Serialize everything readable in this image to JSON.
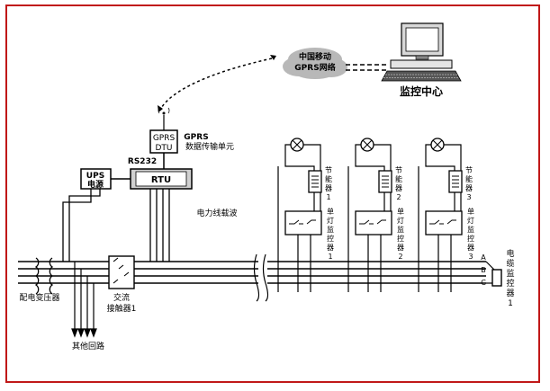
{
  "diagram": {
    "cloud_line1": "中国移动",
    "cloud_line2": "GPRS网络",
    "monitor_center": "监控中心",
    "gprs_box_line1": "GPRS",
    "gprs_box_line2": "DTU",
    "gprs_label_line1": "GPRS",
    "gprs_label_line2": "数据传输单元",
    "rs232": "RS232",
    "ups_line1": "UPS",
    "ups_line2": "电源",
    "rtu": "RTU",
    "plc_label": "电力线载波",
    "transformer_label": "配电变压器",
    "contactor_line1": "交流",
    "contactor_line2": "接触器1",
    "other_circuits": "其他回路",
    "phases": [
      "A",
      "B",
      "C"
    ],
    "cable_monitor": [
      "电",
      "缆",
      "监",
      "控",
      "器",
      "1"
    ],
    "units": [
      {
        "saver": [
          "节",
          "能",
          "器",
          "1"
        ],
        "single_lamp": [
          "单",
          "灯",
          "监",
          "控",
          "器",
          "1"
        ]
      },
      {
        "saver": [
          "节",
          "能",
          "器",
          "2"
        ],
        "single_lamp": [
          "单",
          "灯",
          "监",
          "控",
          "器",
          "2"
        ]
      },
      {
        "saver": [
          "节",
          "能",
          "器",
          "3"
        ],
        "single_lamp": [
          "单",
          "灯",
          "监",
          "控",
          "器",
          "3"
        ]
      }
    ]
  },
  "colors": {
    "frame": "#c01818",
    "cloud": "#b8b8b8",
    "line": "#000000"
  }
}
